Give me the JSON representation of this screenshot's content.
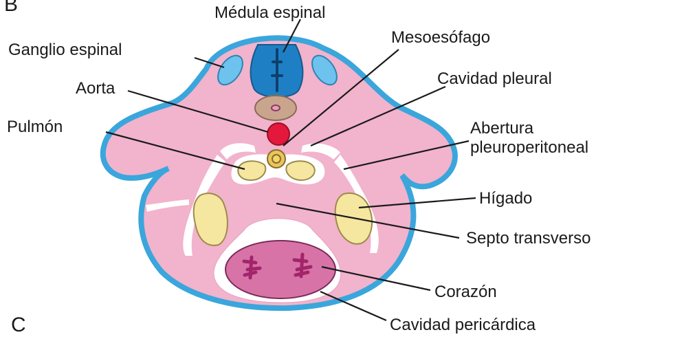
{
  "figure": {
    "panel_top": "B",
    "panel_bottom": "C",
    "colors": {
      "outer_border": "#3aa6dc",
      "body_fill": "#f2b3cc",
      "cord_blue": "#1f7fc4",
      "ganglion_blue": "#6ec3ee",
      "esophagus_tan": "#c9a58d",
      "aorta_red": "#e4183c",
      "lung_yellow": "#f5e7a0",
      "liver_yellow": "#f5e7a0",
      "heart_magenta": "#d873a8",
      "heart_inner": "#a2256b",
      "cavity_white": "#ffffff"
    },
    "labels": {
      "medula_espinal": "Médula espinal",
      "ganglio_espinal": "Ganglio espinal",
      "mesoesofago": "Mesoesófago",
      "aorta": "Aorta",
      "cavidad_pleural": "Cavidad pleural",
      "pulmon": "Pulmón",
      "abertura_1": "Abertura",
      "abertura_2": "pleuroperitoneal",
      "higado": "Hígado",
      "septo_transverso": "Septo transverso",
      "corazon": "Corazón",
      "cavidad_pericardica": "Cavidad pericárdica"
    }
  }
}
